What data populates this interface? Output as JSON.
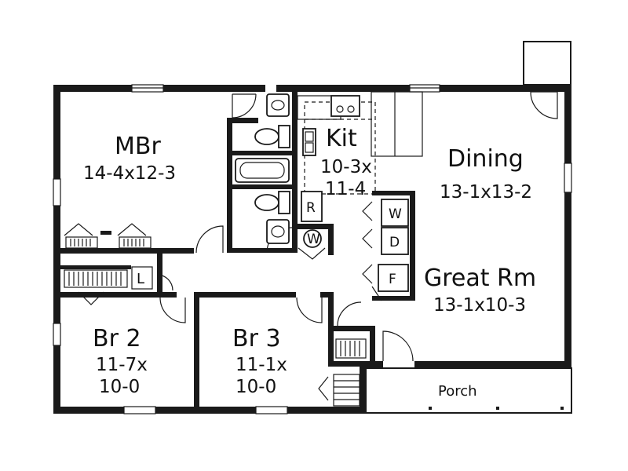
{
  "rooms": {
    "mbr": {
      "name": "MBr",
      "size": "14-4x12-3"
    },
    "kit": {
      "name": "Kit",
      "size_line1": "10-3x",
      "size_line2": "11-4"
    },
    "dining": {
      "name": "Dining",
      "size": "13-1x13-2"
    },
    "great_room": {
      "name": "Great Rm",
      "size": "13-1x10-3"
    },
    "br2": {
      "name": "Br 2",
      "size_line1": "11-7x",
      "size_line2": "10-0"
    },
    "br3": {
      "name": "Br 3",
      "size_line1": "11-1x",
      "size_line2": "10-0"
    },
    "porch": {
      "name": "Porch"
    },
    "linen": {
      "name": "L"
    }
  },
  "appliances": {
    "refrigerator": "R",
    "washer_laundry": "W",
    "washer": "W",
    "dryer": "D",
    "furnace": "F"
  },
  "colors": {
    "ink": "#1a1a1a",
    "paper": "#ffffff"
  }
}
